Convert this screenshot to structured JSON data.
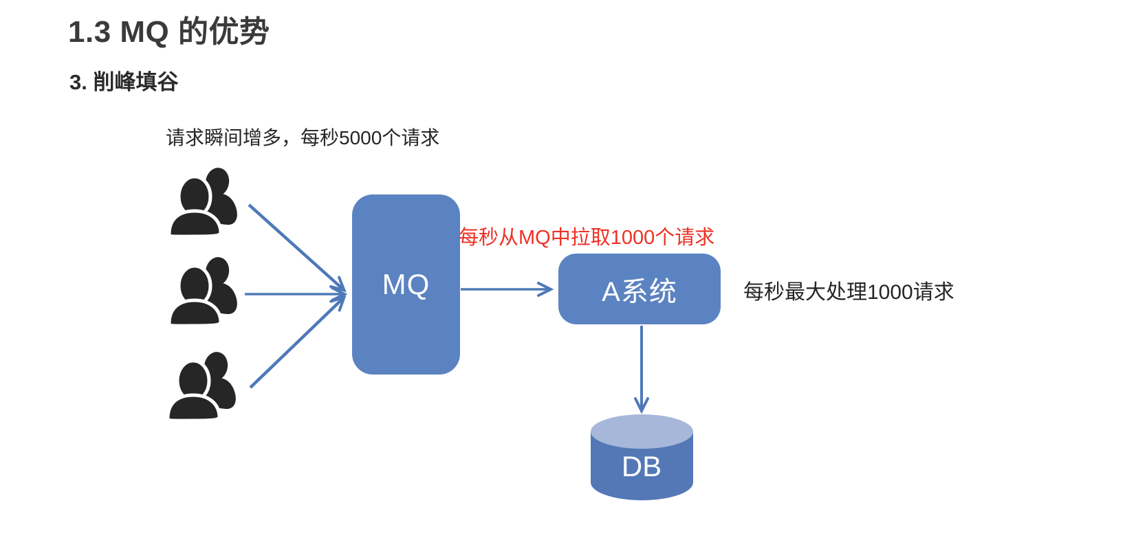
{
  "page": {
    "title": "1.3 MQ 的优势",
    "subtitle": "3. 削峰填谷"
  },
  "diagram": {
    "producers_caption": "请求瞬间增多，每秒5000个请求",
    "pull_caption": "每秒从MQ中拉取1000个请求",
    "consumer_caption": "每秒最大处理1000请求",
    "nodes": {
      "mq": "MQ",
      "system_a": "A系统",
      "db": "DB"
    },
    "icons": {
      "producer_icon": "users-icon",
      "producer_count": 3
    },
    "colors": {
      "node_fill": "#5b83c1",
      "cylinder_body": "#5478b6",
      "cylinder_top": "#a6b7da",
      "arrow": "#4e79b9",
      "pull_caption_color": "#ee3124",
      "heading_color": "#3a3a3a",
      "body_text_color": "#252525",
      "icon_color": "#262626"
    }
  }
}
